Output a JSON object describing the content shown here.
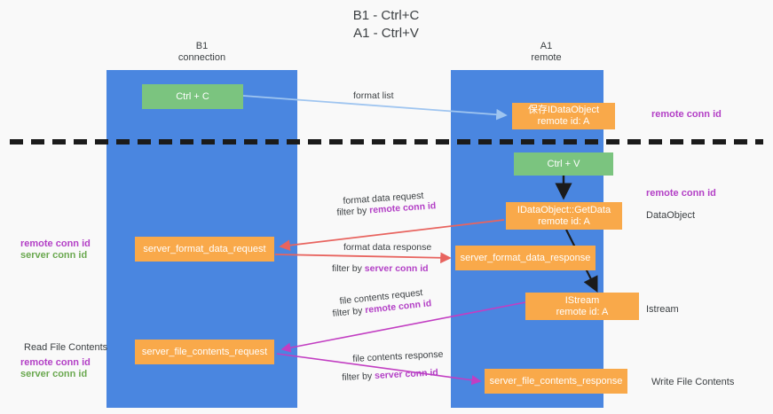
{
  "header": {
    "title": "B1 - Ctrl+C\nA1 - Ctrl+V",
    "lane_b1": "B1\nconnection",
    "lane_a1": "A1\nremote"
  },
  "colors": {
    "lane": "#4a86e0",
    "node_orange": "#f9a94a",
    "node_green": "#7bc47f",
    "accent_purple": "#b340c6",
    "accent_green": "#6aa84f",
    "accent_pink": "#d94f7a",
    "arrow_blue": "#9fc5f0",
    "arrow_black": "#1b1b1b",
    "background": "#f9f9f9"
  },
  "nodes": {
    "ctrl_c": "Ctrl + C",
    "idataobject": "保存IDataObject\nremote id: A",
    "ctrl_v": "Ctrl + V",
    "getdata": "IDataObject::GetData\nremote id: A",
    "server_format_data_request": "server_format_data_request",
    "server_format_data_response": "server_format_data_response",
    "istream": "IStream\nremote id: A",
    "server_file_contents_request": "server_file_contents_request",
    "server_file_contents_response": "server_file_contents_response"
  },
  "edge_labels": {
    "format_list": "format list",
    "format_data_request": "format data request",
    "format_data_request_filter_prefix": "filter by ",
    "format_data_request_filter_value": "remote conn id",
    "format_data_response": "format data response",
    "format_data_response_filter_prefix": "filter by ",
    "format_data_response_filter_value": "server conn id",
    "file_contents_request": "file contents request",
    "file_contents_request_filter_prefix": "filter by ",
    "file_contents_request_filter_value": "remote conn id",
    "file_contents_response": "file contents response",
    "file_contents_response_filter_prefix": "filter by ",
    "file_contents_response_filter_value": "server conn id"
  },
  "annotations": {
    "right_remote_conn_id_top": "remote conn id",
    "right_remote_conn_id_mid": "remote conn id",
    "right_dataobject": "DataObject",
    "right_istream": "Istream",
    "right_write_file_contents": "Write File Contents",
    "left_remote_conn_id_1": "remote conn id",
    "left_server_conn_id_1": "server conn id",
    "left_read_file_contents": "Read File Contents",
    "left_remote_conn_id_2": "remote conn id",
    "left_server_conn_id_2": "server conn id"
  }
}
